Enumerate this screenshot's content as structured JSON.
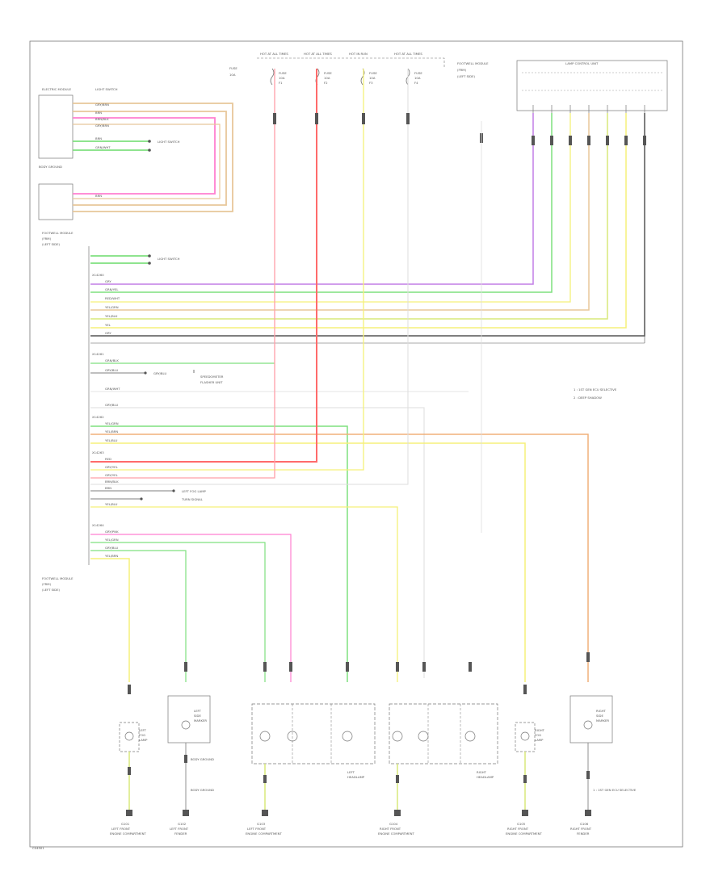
{
  "diagram": {
    "corner_code": "C04501",
    "legend": [
      "1 : 1ST GEN ECU SELECTIVE",
      "2 : DEEP SHADOW"
    ],
    "fuse_boxes": [
      {
        "id": "fb1",
        "title": "HOT AT ALL TIMES",
        "lines": [
          "FUSE",
          "10A",
          "F1"
        ]
      },
      {
        "id": "fb2",
        "title": "HOT AT ALL TIMES",
        "lines": [
          "FUSE",
          "10A",
          "F2"
        ]
      },
      {
        "id": "fb3",
        "title": "HOT IN RUN",
        "lines": [
          "FUSE",
          "10A",
          "F3"
        ]
      },
      {
        "id": "fb4",
        "title": "HOT AT ALL TIMES",
        "lines": [
          "FUSE",
          "10A",
          "F4"
        ]
      }
    ],
    "top_left": {
      "module_label": "ELECTRIC MODULE",
      "connector_label": "LIGHT SWITCH",
      "wires": [
        "GRY/BRN",
        "BRN",
        "BRN/BLK",
        "GRY/BRN",
        "BRN",
        "GRN/WHT",
        "BRN"
      ],
      "notes": [
        "BODY GROUND",
        "LIGHT SWITCH"
      ]
    },
    "top_right": {
      "module_label": "LAMP CONTROL UNIT",
      "side_note": [
        "FOOTWELL MODULE",
        "(FRM)",
        "(LEFT SIDE)"
      ]
    },
    "main_module": {
      "title": [
        "FOOTWELL MODULE",
        "(FRM)",
        "(LEFT SIDE)"
      ],
      "bottom_label": [
        "FOOTWELL MODULE",
        "(FRM)",
        "(LEFT SIDE)"
      ],
      "groups": [
        {
          "id": "g1",
          "header": "X14260",
          "rows": [
            "GRY",
            "GRN/YEL",
            "RED/WHT",
            "YEL/GRN",
            "YEL/BLK",
            "YEL",
            "GRY"
          ]
        },
        {
          "id": "g2",
          "header": "X14261",
          "rows": [
            "GRN/BLK",
            "GRY/BLU",
            "GRN/WHT"
          ]
        },
        {
          "id": "g3",
          "header": "X14262",
          "rows": [
            "YEL/GRN",
            "YEL/BRN",
            "YEL/BLU"
          ]
        },
        {
          "id": "g4",
          "header": "X14263",
          "rows": [
            "RED",
            "GRY/YEL",
            "GRY/YEL",
            "BRN/BLK",
            "BRN",
            "YEL/BLU"
          ]
        },
        {
          "id": "g5",
          "header": "X14264",
          "rows": [
            "GRY/PNK",
            "YEL/GRN",
            "GRY/BLU",
            "YEL/BRN"
          ]
        }
      ],
      "notes": [
        "SPEEDOMETER",
        "FLASHER UNIT",
        "LEFT FOG LAMP",
        "TURN SIGNAL"
      ]
    },
    "bottom_components": [
      {
        "id": "c1",
        "label": [
          "LEFT",
          "FOG",
          "LAMP"
        ],
        "ground": [
          "G101",
          "LEFT FRONT",
          "ENGINE COMPARTMENT"
        ]
      },
      {
        "id": "c2",
        "label": [
          "LEFT",
          "SIDE",
          "MARKER"
        ],
        "ground": [
          "G102",
          "LEFT FRONT",
          "FENDER"
        ]
      },
      {
        "id": "c3",
        "label": [
          "LEFT",
          "HEADLAMP"
        ],
        "ground": [
          "G103",
          "LEFT FRONT",
          "ENGINE COMPARTMENT"
        ]
      },
      {
        "id": "c4",
        "label": [
          "RIGHT",
          "HEADLAMP"
        ],
        "ground": [
          "G104",
          "RIGHT FRONT",
          "ENGINE COMPARTMENT"
        ]
      },
      {
        "id": "c5",
        "label": [
          "RIGHT",
          "FOG",
          "LAMP"
        ],
        "ground": [
          "G105",
          "RIGHT FRONT",
          "ENGINE COMPARTMENT"
        ]
      },
      {
        "id": "c6",
        "label": [
          "RIGHT",
          "SIDE",
          "MARKER"
        ],
        "ground": [
          "G106",
          "RIGHT FRONT",
          "FENDER"
        ]
      }
    ],
    "colors": {
      "red": "#ff6b6b",
      "pink": "#ff7fd0",
      "green": "#7fe07f",
      "yellow": "#f5f07a",
      "tan": "#e8c79a",
      "orange": "#f0b07a",
      "grey": "#9a9a9a",
      "dark": "#555555",
      "purple": "#c27fe6"
    }
  }
}
